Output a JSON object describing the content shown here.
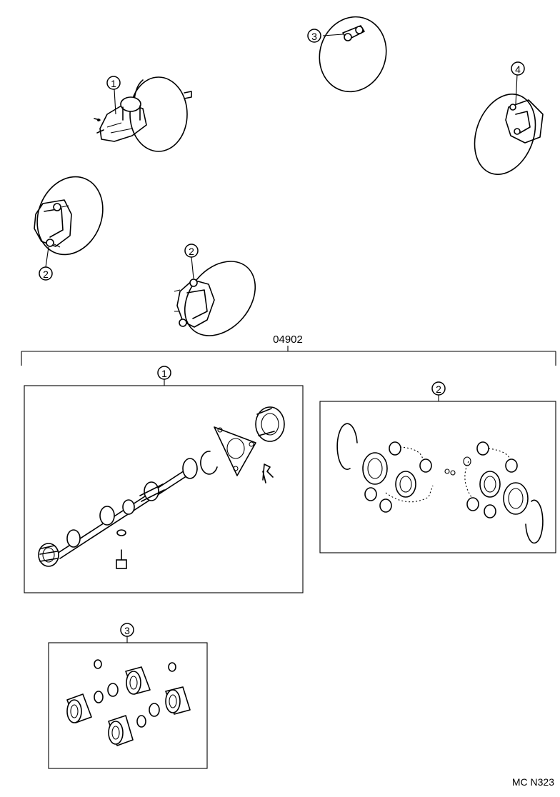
{
  "diagram": {
    "kit_part_number": "04902",
    "reference_code": "MC N323",
    "callouts": {
      "booster_master_cylinder": "1",
      "front_caliper_left": "2",
      "front_caliper_right": "2",
      "rear_wheel_cylinder": "3",
      "rear_caliper": "4",
      "kit_box_1": "1",
      "kit_box_2": "2",
      "kit_box_3": "3"
    }
  }
}
